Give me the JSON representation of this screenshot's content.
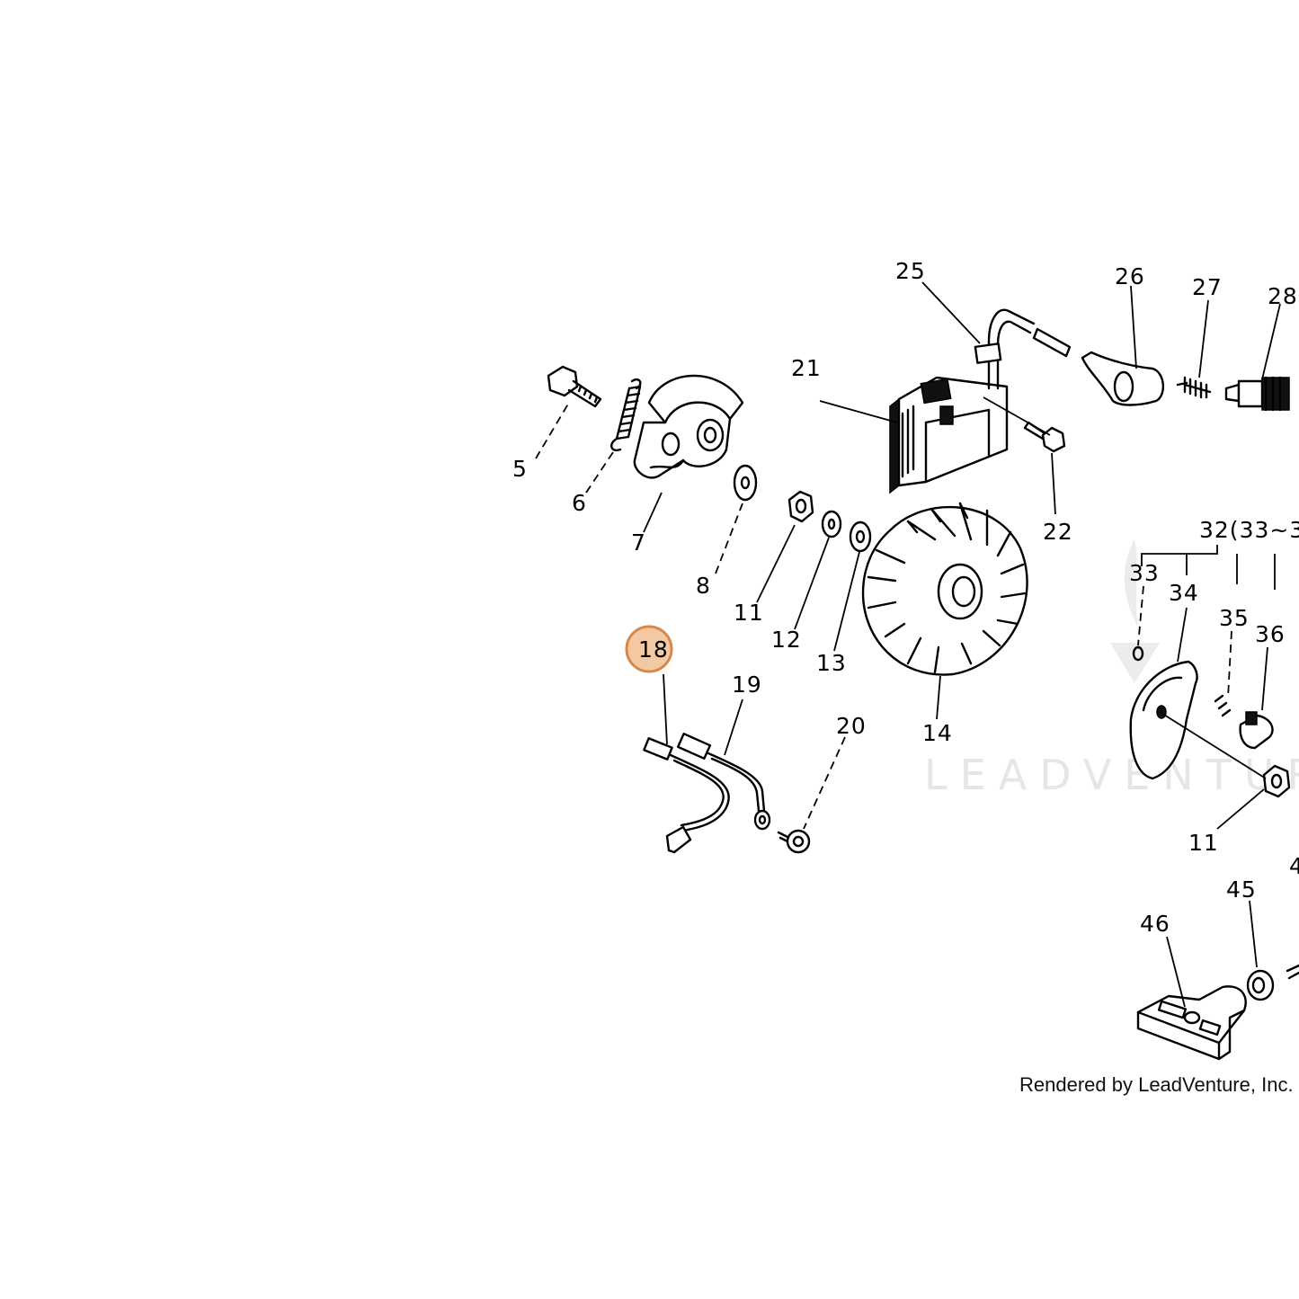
{
  "watermark": "LEADVENTURE",
  "credit": "Rendered by LeadVenture, Inc.",
  "highlight_color": "#f3c9a3",
  "highlighted_part": "18",
  "part_labels": [
    {
      "id": "5",
      "text": "5"
    },
    {
      "id": "6",
      "text": "6"
    },
    {
      "id": "7",
      "text": "7"
    },
    {
      "id": "8",
      "text": "8"
    },
    {
      "id": "11a",
      "text": "11"
    },
    {
      "id": "12",
      "text": "12"
    },
    {
      "id": "13",
      "text": "13"
    },
    {
      "id": "14",
      "text": "14"
    },
    {
      "id": "18",
      "text": "18"
    },
    {
      "id": "19",
      "text": "19"
    },
    {
      "id": "20",
      "text": "20"
    },
    {
      "id": "21",
      "text": "21"
    },
    {
      "id": "22",
      "text": "22"
    },
    {
      "id": "25",
      "text": "25"
    },
    {
      "id": "26",
      "text": "26"
    },
    {
      "id": "27",
      "text": "27"
    },
    {
      "id": "28",
      "text": "28"
    },
    {
      "id": "32",
      "text": "32(33~3"
    },
    {
      "id": "33",
      "text": "33"
    },
    {
      "id": "34",
      "text": "34"
    },
    {
      "id": "35",
      "text": "35"
    },
    {
      "id": "36",
      "text": "36"
    },
    {
      "id": "11b",
      "text": "11"
    },
    {
      "id": "45",
      "text": "45"
    },
    {
      "id": "46",
      "text": "46"
    },
    {
      "id": "4x",
      "text": "4"
    }
  ]
}
